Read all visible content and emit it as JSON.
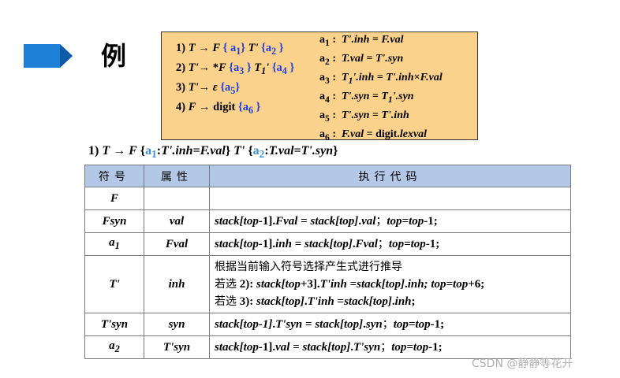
{
  "example": {
    "label": "例"
  },
  "grammar": {
    "productions": [
      {
        "num": "1) ",
        "parts": [
          {
            "t": "T",
            "i": 1
          },
          {
            "t": " → "
          },
          {
            "t": "F",
            "i": 1
          },
          {
            "t": " { ",
            "c": "blue"
          },
          {
            "t": "a",
            "c": "blue"
          },
          {
            "t": "1",
            "c": "blue",
            "sub": 1
          },
          {
            "t": "} ",
            "c": "blue"
          },
          {
            "t": "T'",
            "i": 1
          },
          {
            "t": " {",
            "c": "blue"
          },
          {
            "t": "a",
            "c": "blue"
          },
          {
            "t": "2",
            "c": "blue",
            "sub": 1
          },
          {
            "t": " }",
            "c": "blue"
          }
        ]
      },
      {
        "num": "2) ",
        "parts": [
          {
            "t": "T'",
            "i": 1
          },
          {
            "t": "→ *"
          },
          {
            "t": "F",
            "i": 1
          },
          {
            "t": " {",
            "c": "blue"
          },
          {
            "t": "a",
            "c": "blue"
          },
          {
            "t": "3",
            "c": "blue",
            "sub": 1
          },
          {
            "t": " } ",
            "c": "blue"
          },
          {
            "t": "T",
            "i": 1
          },
          {
            "t": "1",
            "i": 1,
            "sub": 1
          },
          {
            "t": "'",
            "i": 1
          },
          {
            "t": " {",
            "c": "blue"
          },
          {
            "t": "a",
            "c": "blue"
          },
          {
            "t": "4",
            "c": "blue",
            "sub": 1
          },
          {
            "t": " }",
            "c": "blue"
          }
        ]
      },
      {
        "num": "3) ",
        "parts": [
          {
            "t": "T'",
            "i": 1
          },
          {
            "t": "→ "
          },
          {
            "t": "ε",
            "i": 1
          },
          {
            "t": " {",
            "c": "blue"
          },
          {
            "t": "a",
            "c": "blue"
          },
          {
            "t": "5",
            "c": "blue",
            "sub": 1
          },
          {
            "t": "}",
            "c": "blue"
          }
        ]
      },
      {
        "num": "4) ",
        "parts": [
          {
            "t": "F",
            "i": 1
          },
          {
            "t": " → digit "
          },
          {
            "t": "{",
            "c": "blue"
          },
          {
            "t": "a",
            "c": "blue"
          },
          {
            "t": "6",
            "c": "blue",
            "sub": 1
          },
          {
            "t": " }",
            "c": "blue"
          }
        ]
      }
    ],
    "actions": [
      {
        "label": "a",
        "sub": "1",
        "parts": [
          {
            "t": "T'.inh = F.val",
            "i": 1
          }
        ]
      },
      {
        "label": "a",
        "sub": "2",
        "parts": [
          {
            "t": "T.val = T'.syn",
            "i": 1
          }
        ]
      },
      {
        "label": "a",
        "sub": "3",
        "parts": [
          {
            "t": "T",
            "i": 1
          },
          {
            "t": "1",
            "i": 1,
            "sub": 1
          },
          {
            "t": "'.inh = T'.inh",
            "i": 1
          },
          {
            "t": "×"
          },
          {
            "t": "F.val",
            "i": 1
          }
        ]
      },
      {
        "label": "a",
        "sub": "4",
        "parts": [
          {
            "t": "T'.syn = T",
            "i": 1
          },
          {
            "t": "1",
            "i": 1,
            "sub": 1
          },
          {
            "t": "'.syn",
            "i": 1
          }
        ]
      },
      {
        "label": "a",
        "sub": "5",
        "parts": [
          {
            "t": "T'.syn = T'.inh",
            "i": 1
          }
        ]
      },
      {
        "label": "a",
        "sub": "6",
        "parts": [
          {
            "t": "F.val",
            "i": 1
          },
          {
            "t": " = digit."
          },
          {
            "t": "lexval",
            "i": 1
          }
        ]
      }
    ]
  },
  "caption": {
    "parts": [
      {
        "t": "1) "
      },
      {
        "t": "T",
        "i": 1
      },
      {
        "t": " → "
      },
      {
        "t": "F",
        "i": 1
      },
      {
        "t": " {"
      },
      {
        "t": "a",
        "c": "lightblue"
      },
      {
        "t": "1",
        "c": "lightblue",
        "sub": 1
      },
      {
        "t": ":"
      },
      {
        "t": "T'.inh=F.val",
        "i": 1
      },
      {
        "t": "} "
      },
      {
        "t": "T'",
        "i": 1
      },
      {
        "t": " {"
      },
      {
        "t": "a",
        "c": "lightblue"
      },
      {
        "t": "2",
        "c": "lightblue",
        "sub": 1
      },
      {
        "t": ":"
      },
      {
        "t": "T.val=T'.syn",
        "i": 1
      },
      {
        "t": "}"
      }
    ]
  },
  "table": {
    "headers": [
      "符号",
      "属性",
      "执行代码"
    ],
    "rows": [
      {
        "sym": [
          {
            "t": "F"
          }
        ],
        "attr": [],
        "code": []
      },
      {
        "sym": [
          {
            "t": "Fsyn"
          }
        ],
        "attr": [
          {
            "t": "val"
          }
        ],
        "code": [
          [
            {
              "t": "stack[top-",
              "i": 1
            },
            {
              "t": "1]."
            },
            {
              "t": "Fval",
              "i": 1
            },
            {
              "t": " = "
            },
            {
              "t": "stack[top]",
              "i": 1
            },
            {
              "t": "."
            },
            {
              "t": "val",
              "i": 1
            },
            {
              "t": "；",
              "cn": 1
            },
            {
              "t": "top=top",
              "i": 1
            },
            {
              "t": "-1;"
            }
          ]
        ]
      },
      {
        "sym": [
          {
            "t": "a"
          },
          {
            "t": "1",
            "sub": 1
          }
        ],
        "attr": [
          {
            "t": "Fval"
          }
        ],
        "code": [
          [
            {
              "t": "stack[top-",
              "i": 1
            },
            {
              "t": "1]."
            },
            {
              "t": "inh",
              "i": 1
            },
            {
              "t": " = "
            },
            {
              "t": "stack[top]",
              "i": 1
            },
            {
              "t": "."
            },
            {
              "t": "Fval",
              "i": 1
            },
            {
              "t": "；",
              "cn": 1
            },
            {
              "t": "top=top",
              "i": 1
            },
            {
              "t": "-1;"
            }
          ]
        ]
      },
      {
        "sym": [
          {
            "t": "T'"
          }
        ],
        "attr": [
          {
            "t": "inh"
          }
        ],
        "code": [
          [
            {
              "t": "根据当前输入符号选择产生式进行推导",
              "cn": 1
            }
          ],
          [
            {
              "t": "若选",
              "cn": 1
            },
            {
              "t": " 2): "
            },
            {
              "t": "stack[top",
              "i": 1
            },
            {
              "t": "+3]."
            },
            {
              "t": "T'inh",
              "i": 1
            },
            {
              "t": " ="
            },
            {
              "t": "stack[top]",
              "i": 1
            },
            {
              "t": "."
            },
            {
              "t": "inh;",
              "i": 1
            },
            {
              "t": "  "
            },
            {
              "t": "top=top",
              "i": 1
            },
            {
              "t": "+6;"
            }
          ],
          [
            {
              "t": "若选",
              "cn": 1
            },
            {
              "t": " 3): "
            },
            {
              "t": "stack[top]",
              "i": 1
            },
            {
              "t": "."
            },
            {
              "t": "T'inh",
              "i": 1
            },
            {
              "t": " ="
            },
            {
              "t": "stack[top]",
              "i": 1
            },
            {
              "t": "."
            },
            {
              "t": "inh",
              "i": 1
            },
            {
              "t": ";"
            }
          ]
        ]
      },
      {
        "sym": [
          {
            "t": "T'syn"
          }
        ],
        "attr": [
          {
            "t": "syn"
          }
        ],
        "code": [
          [
            {
              "t": "stack[top-1]",
              "i": 1
            },
            {
              "t": "."
            },
            {
              "t": "T'syn",
              "i": 1
            },
            {
              "t": " = "
            },
            {
              "t": "stack[top]",
              "i": 1
            },
            {
              "t": "."
            },
            {
              "t": "syn",
              "i": 1
            },
            {
              "t": "；",
              "cn": 1
            },
            {
              "t": "top=top",
              "i": 1
            },
            {
              "t": "-1;"
            }
          ]
        ]
      },
      {
        "sym": [
          {
            "t": "a"
          },
          {
            "t": "2",
            "sub": 1
          }
        ],
        "attr": [
          {
            "t": "T'syn"
          }
        ],
        "code": [
          [
            {
              "t": "stack[top-",
              "i": 1
            },
            {
              "t": "1]."
            },
            {
              "t": "val",
              "i": 1
            },
            {
              "t": " = "
            },
            {
              "t": "stack[top]",
              "i": 1
            },
            {
              "t": "."
            },
            {
              "t": "T'syn",
              "i": 1
            },
            {
              "t": "；",
              "cn": 1
            },
            {
              "t": "top=top",
              "i": 1
            },
            {
              "t": "-1;"
            }
          ]
        ]
      }
    ]
  },
  "watermark": "CSDN @静静等花开",
  "colors": {
    "box_fill": "#fad28c",
    "header_fill": "#b3c7e6",
    "arrow_blue": "#1e7fd6",
    "action_blue": "#1f3ddb"
  }
}
